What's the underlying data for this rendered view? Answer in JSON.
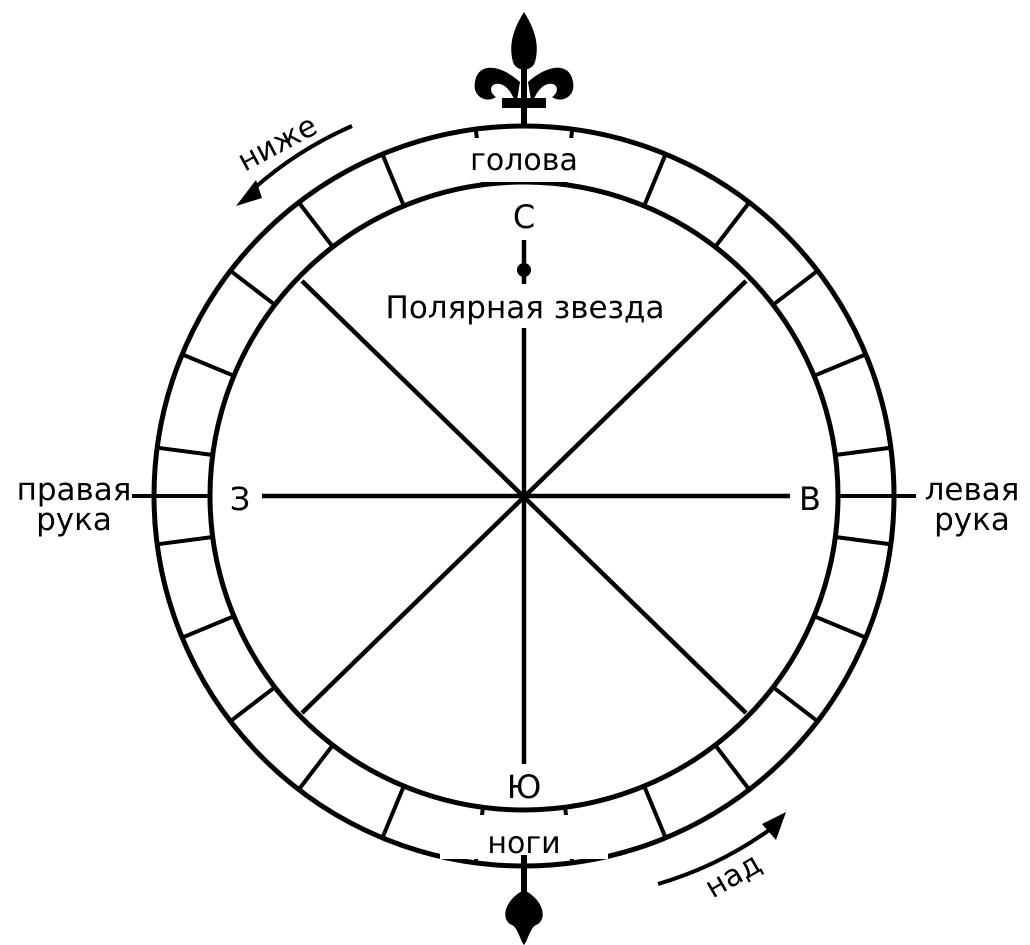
{
  "labels": {
    "head": "голова",
    "feet": "ноги",
    "north": "С",
    "south": "Ю",
    "west": "З",
    "east": "В",
    "polaris": "Полярная звезда",
    "right_hand_1": "правая",
    "right_hand_2": "рука",
    "left_hand_1": "левая",
    "left_hand_2": "рука",
    "below": "ниже",
    "above": "над"
  },
  "colors": {
    "ink": "#000000",
    "paper": "#ffffff"
  },
  "icons": {
    "top_finial": "fleur-de-lis-icon",
    "bottom_finial": "arrow-tip-icon"
  }
}
